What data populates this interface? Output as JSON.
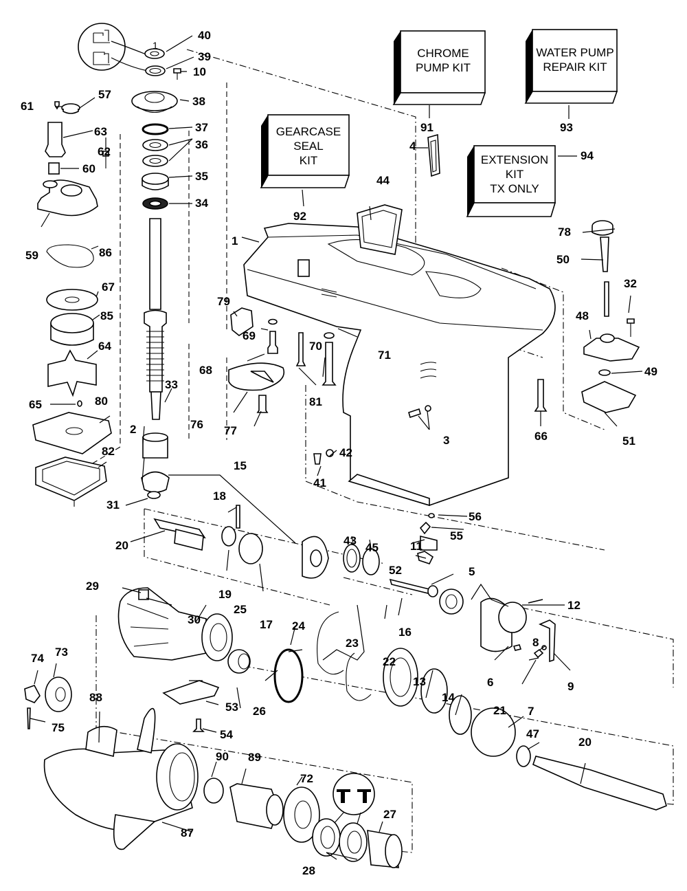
{
  "title": "Gearcase exploded parts diagram",
  "kits": [
    {
      "id": "91",
      "lines": [
        "CHROME",
        "PUMP KIT"
      ]
    },
    {
      "id": "93",
      "lines": [
        "WATER PUMP",
        "REPAIR KIT"
      ]
    },
    {
      "id": "92",
      "lines": [
        "GEARCASE",
        "SEAL",
        "KIT"
      ]
    },
    {
      "id": "94",
      "lines": [
        "EXTENSION",
        "KIT",
        "TX ONLY"
      ]
    }
  ],
  "callouts": {
    "p1": "1",
    "p1b": "1",
    "p2": "2",
    "p3": "3",
    "p4": "4",
    "p5": "5",
    "p6": "6",
    "p7": "7",
    "p8": "8",
    "p9": "9",
    "p10": "10",
    "p11": "11",
    "p12": "12",
    "p13": "13",
    "p14": "14",
    "p15": "15",
    "p16": "16",
    "p17": "17",
    "p18": "18",
    "p19": "19",
    "p20a": "20",
    "p20b": "20",
    "p21": "21",
    "p22": "22",
    "p23": "23",
    "p24": "24",
    "p25": "25",
    "p26": "26",
    "p27": "27",
    "p28": "28",
    "p29": "29",
    "p30": "30",
    "p31": "31",
    "p32": "32",
    "p33": "33",
    "p34": "34",
    "p35": "35",
    "p36": "36",
    "p37": "37",
    "p38": "38",
    "p39": "39",
    "p40": "40",
    "p41": "41",
    "p42": "42",
    "p43": "43",
    "p44": "44",
    "p45": "45",
    "p47": "47",
    "p48": "48",
    "p49": "49",
    "p50": "50",
    "p51": "51",
    "p52": "52",
    "p53": "53",
    "p54": "54",
    "p55": "55",
    "p56": "56",
    "p57": "57",
    "p59": "59",
    "p60": "60",
    "p61": "61",
    "p62": "62",
    "p63": "63",
    "p64": "64",
    "p65": "65",
    "p66": "66",
    "p67": "67",
    "p68": "68",
    "p69": "69",
    "p70": "70",
    "p71": "71",
    "p72": "72",
    "p73": "73",
    "p74": "74",
    "p75": "75",
    "p76": "76",
    "p77": "77",
    "p78": "78",
    "p79": "79",
    "p80": "80",
    "p81": "81",
    "p82": "82",
    "p85": "85",
    "p86": "86",
    "p87": "87",
    "p88": "88",
    "p89": "89",
    "p90": "90",
    "p91": "91",
    "p92": "92",
    "p93": "93",
    "p94": "94"
  }
}
